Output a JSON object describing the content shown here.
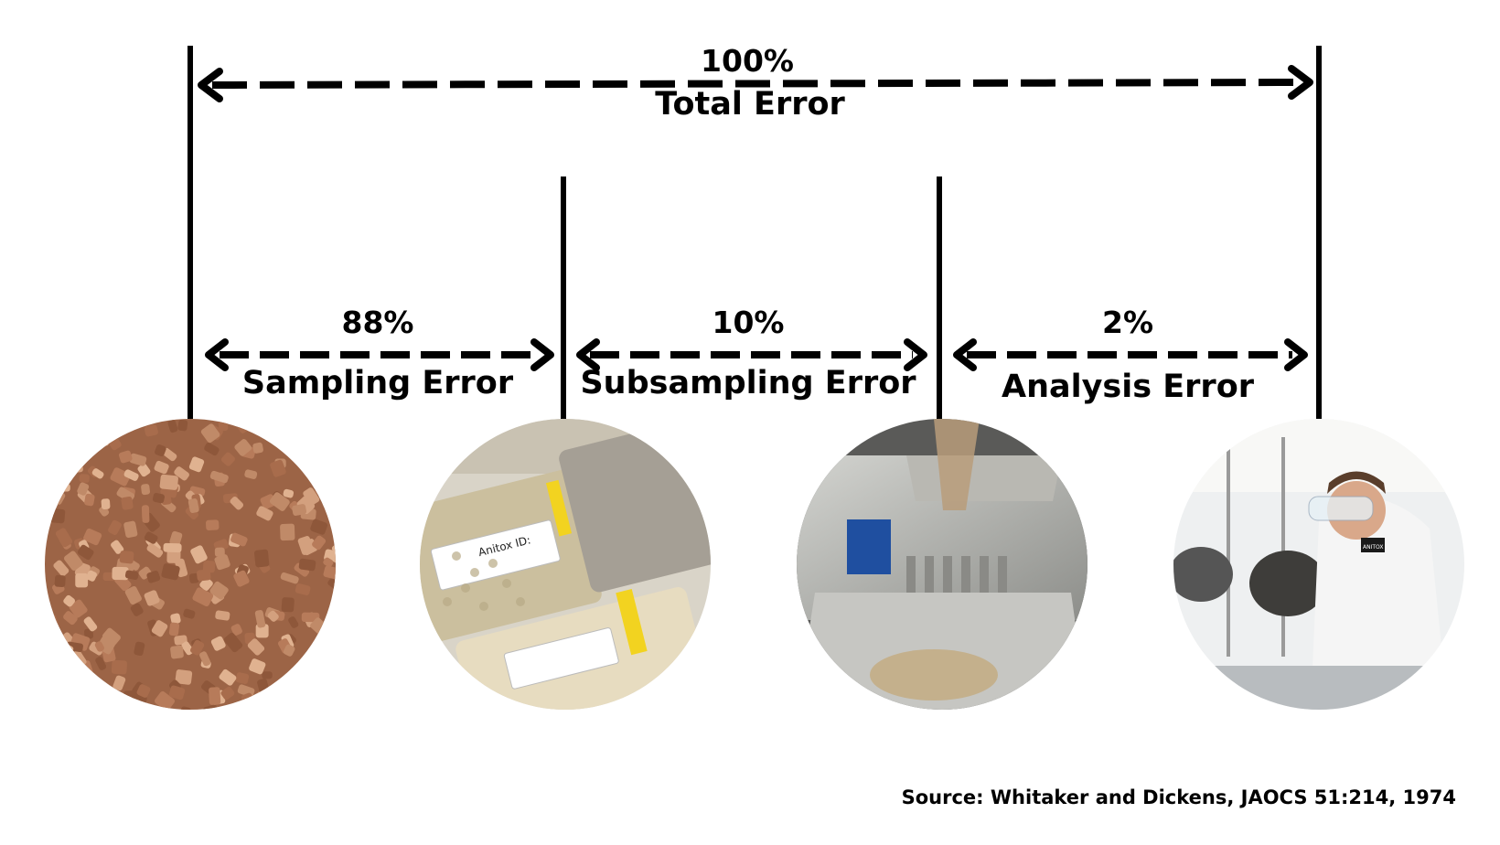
{
  "total": {
    "percent": "100%",
    "label": "Total Error"
  },
  "segments": [
    {
      "percent": "88%",
      "label": "Sampling Error"
    },
    {
      "percent": "10%",
      "label": "Subsampling Error"
    },
    {
      "percent": "2%",
      "label": "Analysis Error"
    }
  ],
  "photos": [
    {
      "subject": "feed pellets",
      "bag_text": ""
    },
    {
      "subject": "sample bags",
      "bag_text": "Anitox ID:"
    },
    {
      "subject": "riffle divider",
      "bag_text": ""
    },
    {
      "subject": "lab scientist",
      "bag_text": "ANITOX"
    }
  ],
  "source": "Source: Whitaker and Dickens, JAOCS 51:214, 1974",
  "colors": {
    "line": "#000000",
    "background": "#ffffff",
    "pellet": "#b07a5a",
    "bag": "#e8e2d4",
    "steel": "#a9aaa6",
    "coat": "#f2f2f2"
  }
}
